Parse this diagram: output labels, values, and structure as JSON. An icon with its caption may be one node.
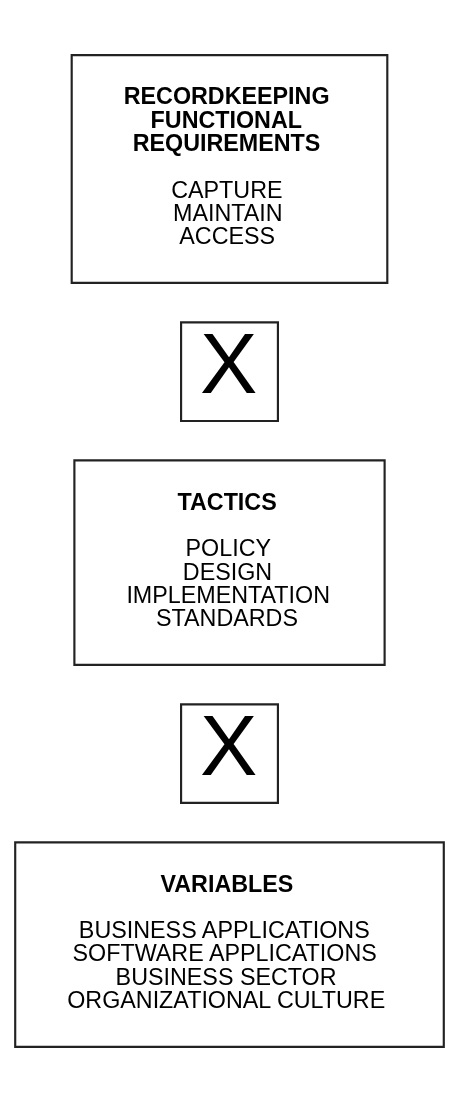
{
  "diagram": {
    "nodes": [
      {
        "text": [
          "RECORDKEEPING FUNCTIONAL REQUIREMENTS",
          "CAPTURE",
          "MAINTAIN",
          "ACCESS"
        ]
      },
      {
        "text": [
          "X"
        ]
      },
      {
        "text": [
          "TACTICS",
          "POLICY",
          "DESIGN",
          "IMPLEMENTATION",
          "STANDARDS"
        ]
      },
      {
        "text": [
          "X"
        ]
      },
      {
        "text": [
          "VARIABLES",
          "BUSINESS APPLICATIONS",
          "SOFTWARE APPLICATIONS",
          "BUSINESS SECTOR",
          "ORGANIZATIONAL CULTURE"
        ]
      }
    ]
  }
}
